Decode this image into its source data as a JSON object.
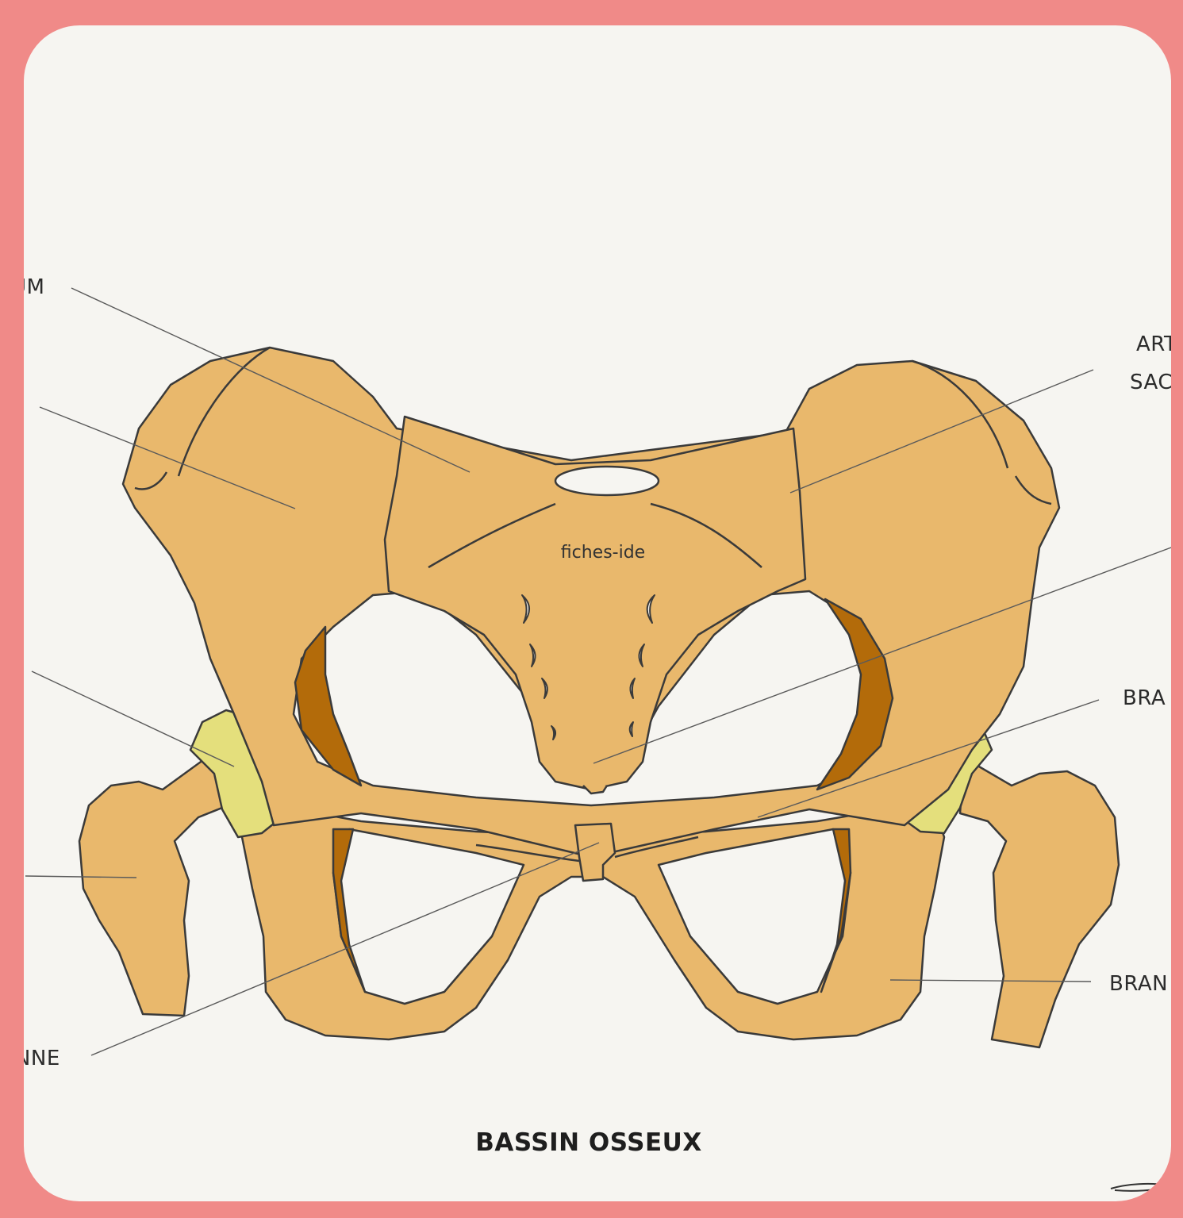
{
  "diagram": {
    "title": "BASSIN OSSEUX",
    "watermark": "fiches-ide",
    "labels": {
      "top_left": "UM",
      "bottom_left": "ENNE",
      "right_1_line1": "ART",
      "right_1_line2": "SAC",
      "right_2": "BRA",
      "right_3": "BRAN"
    }
  },
  "colors": {
    "frame": "#f08a88",
    "background": "#f6f5f1",
    "bone": "#e9b86c",
    "bone_dark": "#b36b0a",
    "cartilage": "#e4df7c",
    "outline": "#3a3a3a"
  }
}
